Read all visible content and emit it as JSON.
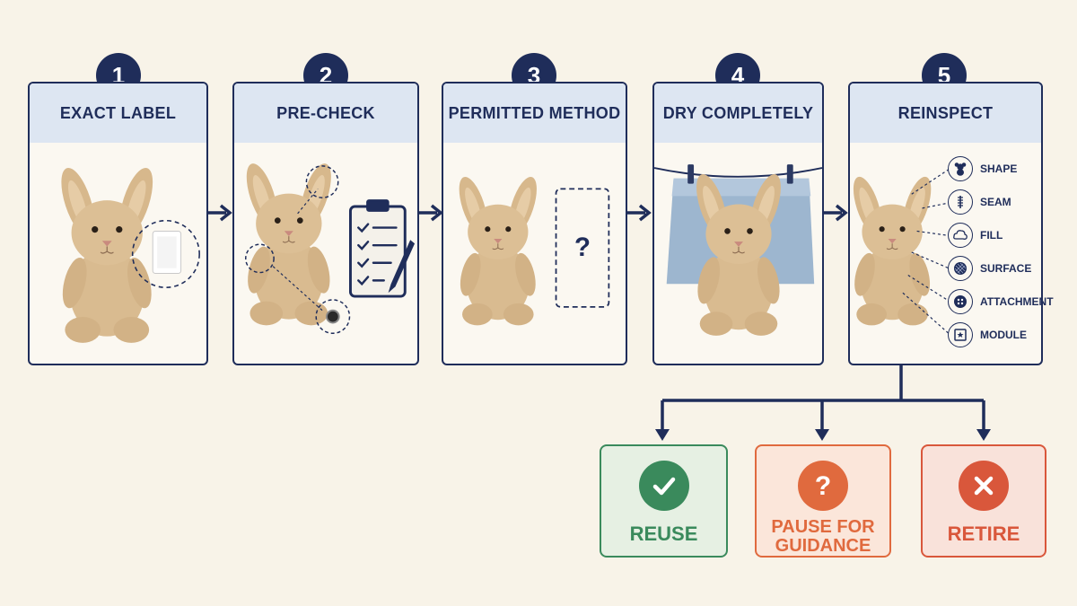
{
  "steps": [
    {
      "number": "1",
      "title": "EXACT LABEL"
    },
    {
      "number": "2",
      "title": "PRE-CHECK"
    },
    {
      "number": "3",
      "title": "PERMITTED METHOD"
    },
    {
      "number": "4",
      "title": "DRY COMPLETELY"
    },
    {
      "number": "5",
      "title": "REINSPECT"
    }
  ],
  "step3": {
    "placeholder": "?"
  },
  "inspection_points": [
    {
      "label": "SHAPE",
      "icon": "teddy-bear-icon"
    },
    {
      "label": "SEAM",
      "icon": "seam-stitch-icon"
    },
    {
      "label": "FILL",
      "icon": "fill-cloud-icon"
    },
    {
      "label": "SURFACE",
      "icon": "surface-texture-icon"
    },
    {
      "label": "ATTACHMENT",
      "icon": "button-attachment-icon"
    },
    {
      "label": "MODULE",
      "icon": "module-box-icon"
    }
  ],
  "outcomes": [
    {
      "label": "REUSE",
      "icon": "checkmark-icon",
      "color": "#3a8a5c",
      "bg": "#e6f0e3"
    },
    {
      "label": "PAUSE FOR GUIDANCE",
      "icon": "question-mark-icon",
      "color": "#e06a3e",
      "bg": "#fbe6da"
    },
    {
      "label": "RETIRE",
      "icon": "x-mark-icon",
      "color": "#d9573b",
      "bg": "#f9e2da"
    }
  ],
  "colors": {
    "navy": "#1f2d5a",
    "plush": "#d8b98e",
    "background": "#f8f3e8"
  }
}
